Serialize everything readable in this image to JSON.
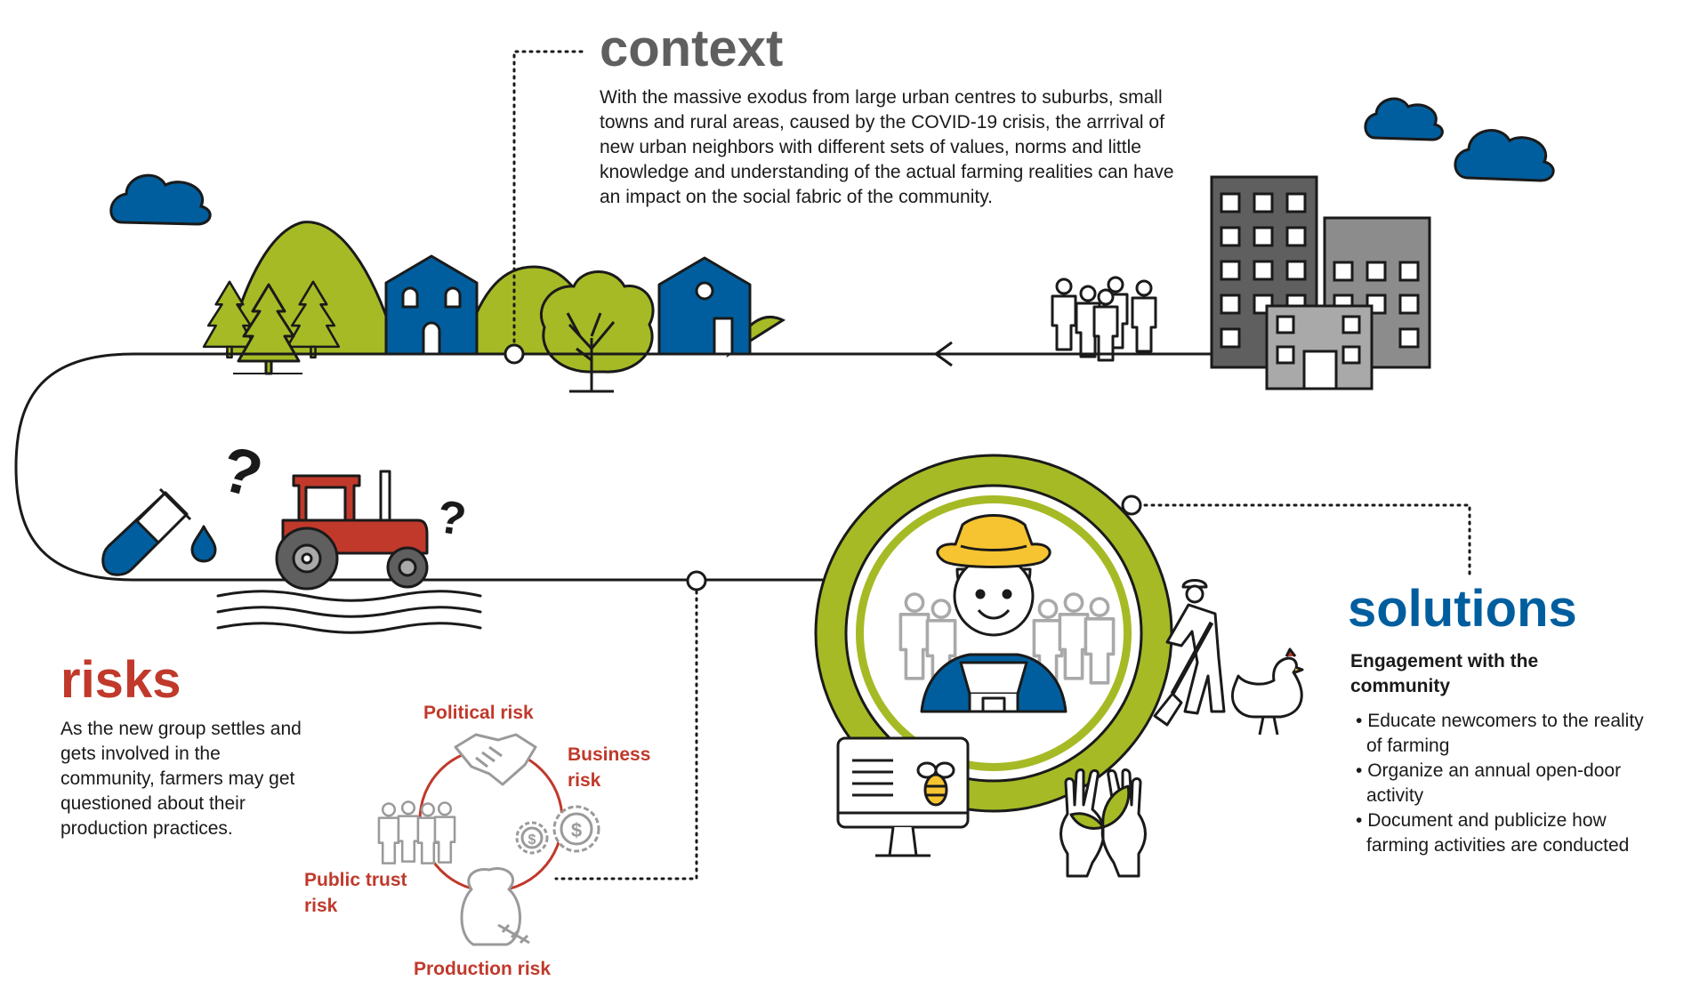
{
  "context": {
    "heading": "context",
    "text": "With the massive exodus from large urban centres to suburbs, small towns and rural areas, caused by the COVID-19 crisis, the arrrival of new urban neighbors with different sets of values, norms and little knowledge and understanding of the actual farming realities can have an impact on the social fabric of the community."
  },
  "risks": {
    "heading": "risks",
    "text": "As the new group settles and gets involved in the community, farmers may get questioned about their production practices.",
    "cycle": {
      "political": "Political risk",
      "business": "Business risk",
      "production": "Production risk",
      "public_trust": "Public trust risk"
    }
  },
  "solutions": {
    "heading": "solutions",
    "subheading": "Engagement with the community",
    "items": [
      "Educate newcomers to the reality of farming",
      "Organize an annual open-door activity",
      "Document and publicize how farming activities are conducted"
    ]
  },
  "colors": {
    "blue": "#005e9e",
    "green": "#a6ba26",
    "red": "#c0392b",
    "grey_dark": "#5f5f5f",
    "grey_mid": "#8c8c8c",
    "grey_light": "#a9a9a9",
    "yellow": "#f6c431"
  },
  "icons": [
    "cloud-icon",
    "tree-icon",
    "house-icon",
    "people-icon",
    "building-icon",
    "test-tube-icon",
    "question-mark-icon",
    "tractor-icon",
    "handshake-icon",
    "gears-dollar-icon",
    "grain-sack-icon",
    "crowd-icon",
    "farmer-icon",
    "shovel-worker-icon",
    "chicken-icon",
    "monitor-bee-icon",
    "hands-plant-icon"
  ]
}
